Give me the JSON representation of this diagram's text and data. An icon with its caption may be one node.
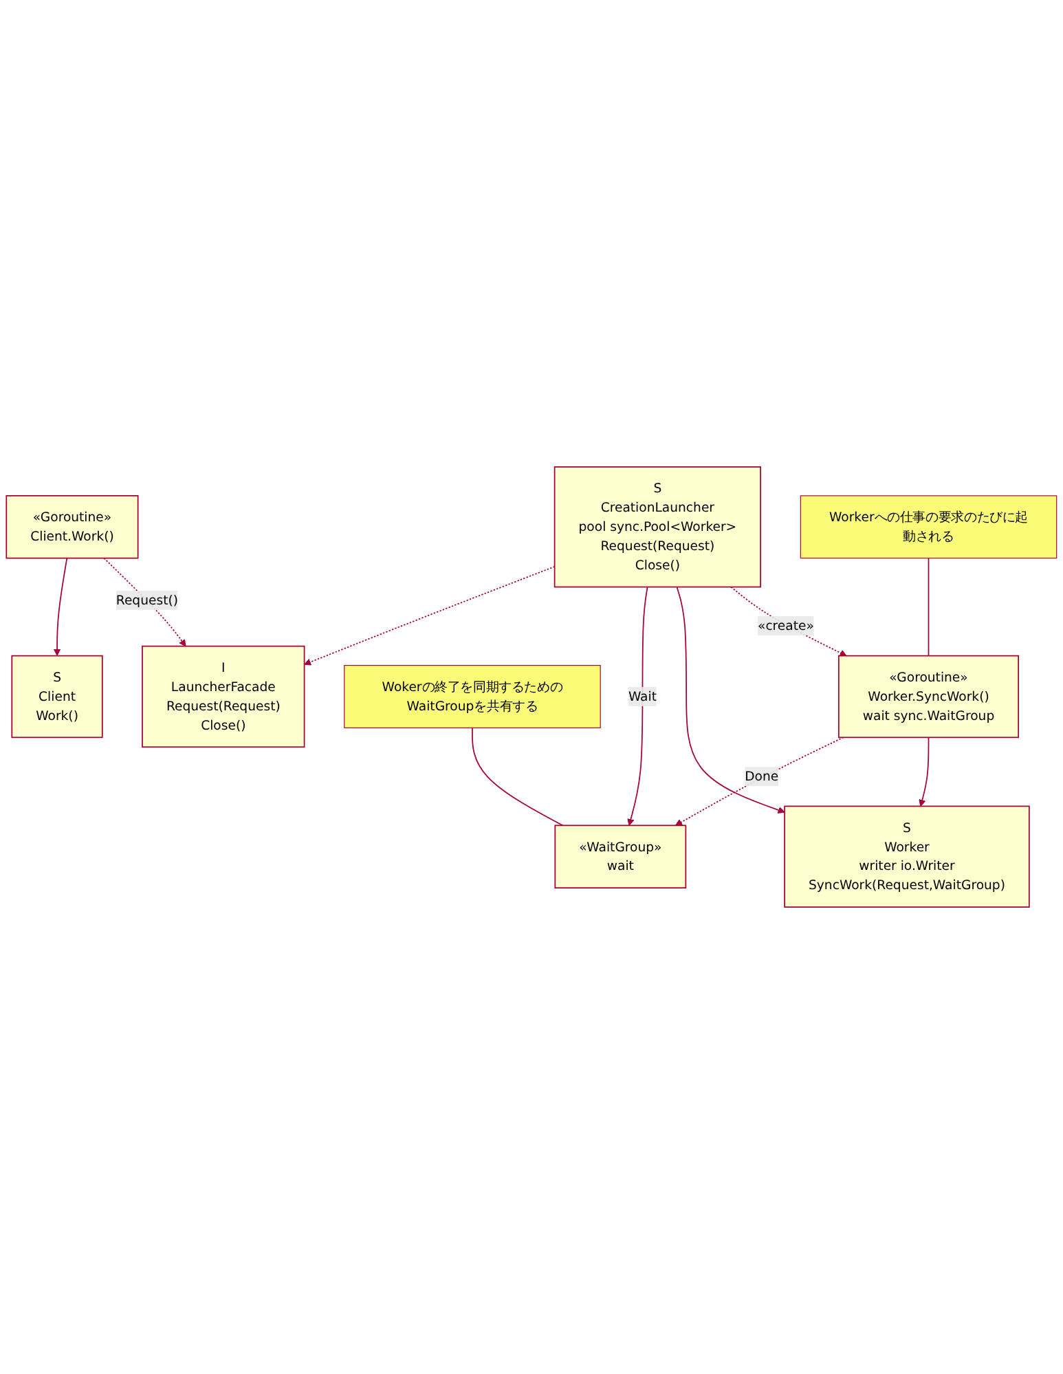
{
  "diagram": {
    "nodes": [
      {
        "text": [
          "S",
          "Client",
          "Work()"
        ]
      },
      {
        "text": [
          "«Goroutine»",
          "Client.Work()"
        ]
      },
      {
        "text": [
          "I",
          "LauncherFacade",
          "Request(Request)",
          "Close()"
        ]
      },
      {
        "text": [
          "S",
          "CreationLauncher",
          "pool sync.Pool<Worker>",
          "Request(Request)",
          "Close()"
        ]
      },
      {
        "text": [
          "«WaitGroup»",
          "wait"
        ]
      },
      {
        "text": [
          "Wokerの終了を同期するためのWaitGroupを共有する"
        ]
      },
      {
        "text": [
          "Workerへの仕事の要求のたびに起動される"
        ]
      },
      {
        "text": [
          "«Goroutine»",
          "Worker.SyncWork()",
          "wait sync.WaitGroup"
        ]
      },
      {
        "text": [
          "S",
          "Worker",
          "writer io.Writer",
          "SyncWork(Request,WaitGroup)"
        ]
      }
    ],
    "edges": [
      {
        "from": 1,
        "to": 0,
        "arrow": "to"
      },
      {
        "from": 1,
        "to": 2,
        "arrow": "to",
        "style": "dashed",
        "label": "Request()"
      },
      {
        "from": 3,
        "to": 2,
        "arrow": "to",
        "style": "dashed"
      },
      {
        "from": 3,
        "to": 4,
        "arrow": "to",
        "label": "Wait"
      },
      {
        "from": 3,
        "to": 8,
        "arrow": "to"
      },
      {
        "from": 5,
        "to": 4,
        "arrow": "none"
      },
      {
        "from": 3,
        "to": 7,
        "arrow": "to",
        "style": "dashed",
        "label": "«create»"
      },
      {
        "from": 7,
        "to": 4,
        "arrow": "to",
        "style": "dashed",
        "label": "Done"
      },
      {
        "from": 6,
        "to": 7,
        "arrow": "none"
      },
      {
        "from": 7,
        "to": 8,
        "arrow": "to"
      }
    ]
  }
}
